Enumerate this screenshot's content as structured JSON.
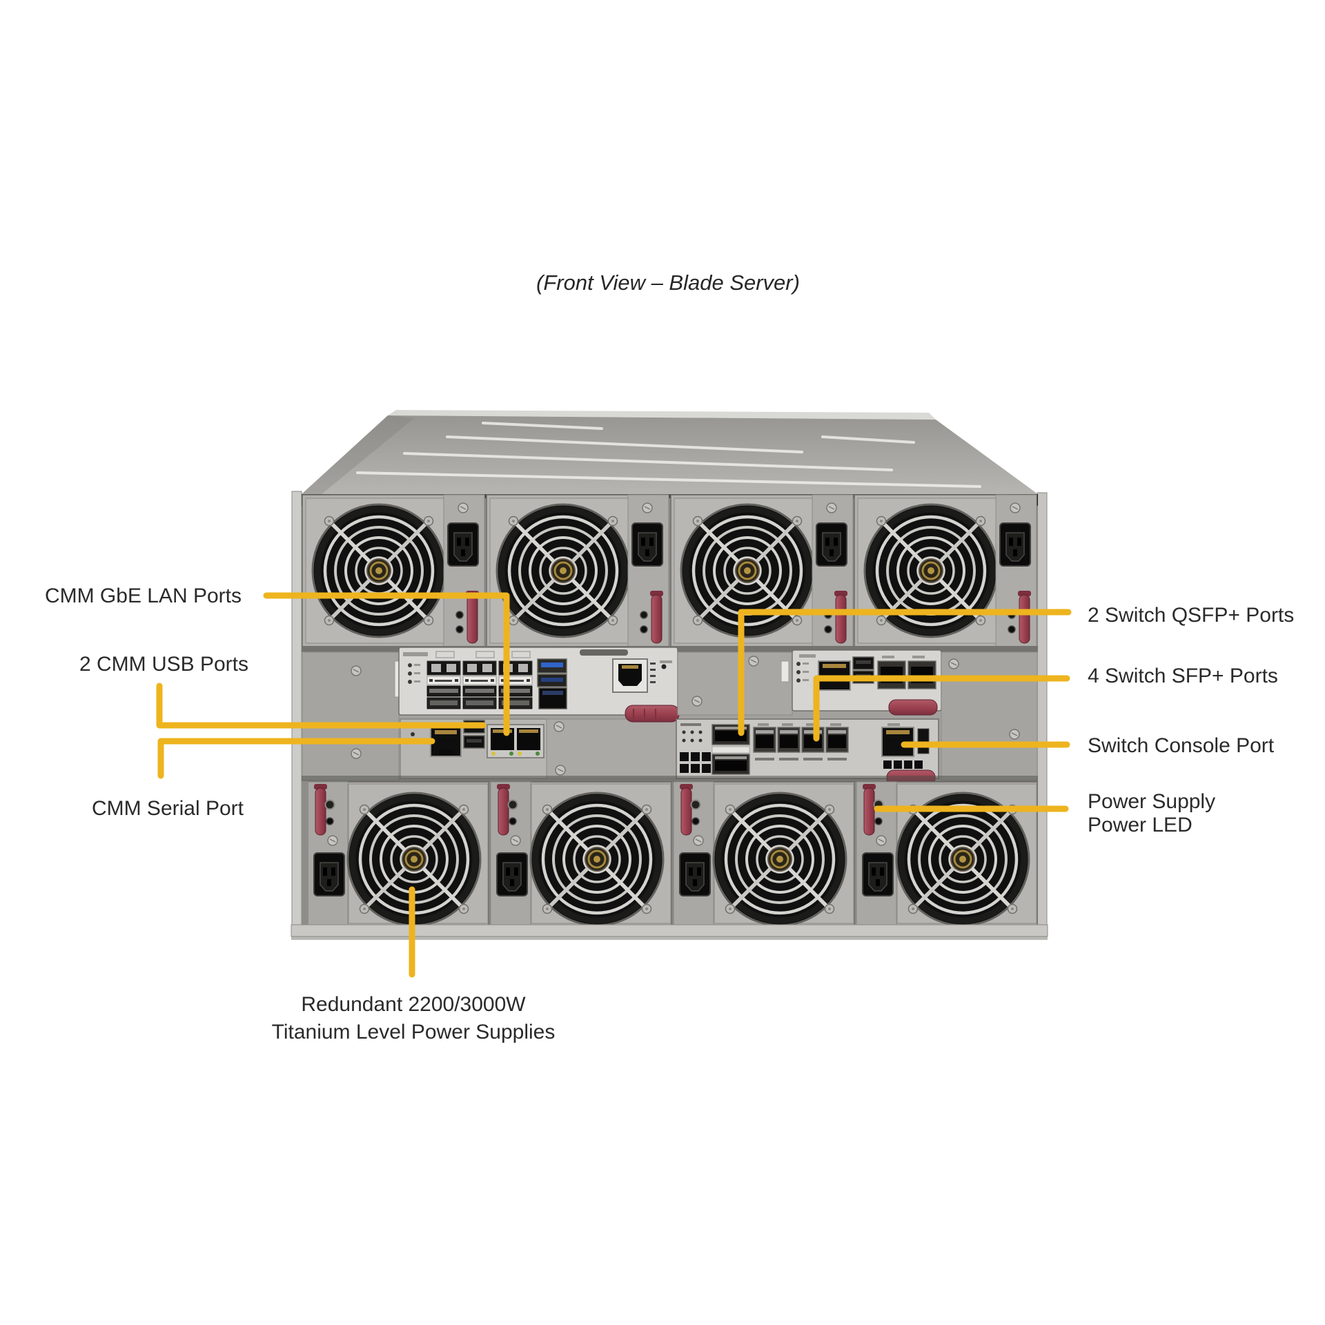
{
  "title": "(Front View – Blade Server)",
  "callout_labels": {
    "cmm_gbe_lan": "CMM GbE LAN Ports",
    "cmm_usb": "2 CMM USB Ports",
    "cmm_serial": "CMM Serial Port",
    "psu_redundant_line1": "Redundant 2200/3000W",
    "psu_redundant_line2": "Titanium Level Power Supplies",
    "switch_qsfp": "2 Switch QSFP+ Ports",
    "switch_sfp": "4 Switch SFP+ Ports",
    "switch_console": "Switch Console Port",
    "psu_led_line1": "Power Supply",
    "psu_led_line2": "Power LED"
  },
  "colors": {
    "callout": "#EEB41F",
    "background": "#FFFFFF",
    "chassis_gray": "#B2B1AD",
    "module_panel_white": "#D9D8D4",
    "latch_maroon": "#9C4150",
    "label_text": "#2A2A2A",
    "roof_sticker_yellow": "#D8D14B"
  },
  "figure": {
    "type": "hardware-diagram",
    "subject": "blade server enclosure panel with CMM, switch and power supply callouts",
    "fan_modules_top_row": 4,
    "fan_modules_bottom_row": 4
  }
}
